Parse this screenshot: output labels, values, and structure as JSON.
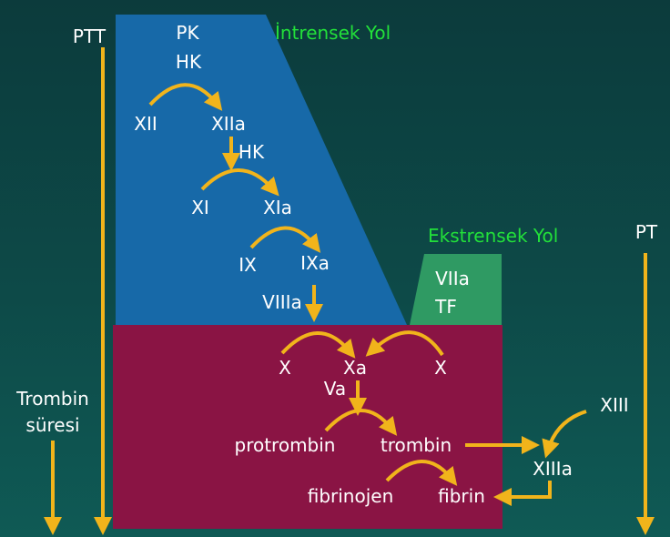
{
  "colors": {
    "intrinsic_panel": "#1769a8",
    "common_panel": "#8a1444",
    "extrinsic_panel": "#2f9a63",
    "arrow": "#f1b41b",
    "label": "#ffffff",
    "pathway_title": "#22e03a"
  },
  "labels": {
    "ptt": "PTT",
    "pt": "PT",
    "thrombin_time_line1": "Trombin",
    "thrombin_time_line2": "süresi",
    "intrinsic_title": "İntrensek Yol",
    "extrinsic_title": "Ekstrensek Yol",
    "pk": "PK",
    "hk_top": "HK",
    "xii": "XII",
    "xiia": "XIIa",
    "hk_mid": "HK",
    "xi": "XI",
    "xia": "XIa",
    "ix": "IX",
    "ixa": "IXa",
    "viiia": "VIIIa",
    "viia": "VIIa",
    "tf": "TF",
    "x_left": "X",
    "xa": "Xa",
    "x_right": "X",
    "va": "Va",
    "protrombin": "protrombin",
    "trombin": "trombin",
    "xiii": "XIII",
    "xiiia": "XIIIa",
    "fibrinojen": "fibrinojen",
    "fibrin": "fibrin"
  }
}
